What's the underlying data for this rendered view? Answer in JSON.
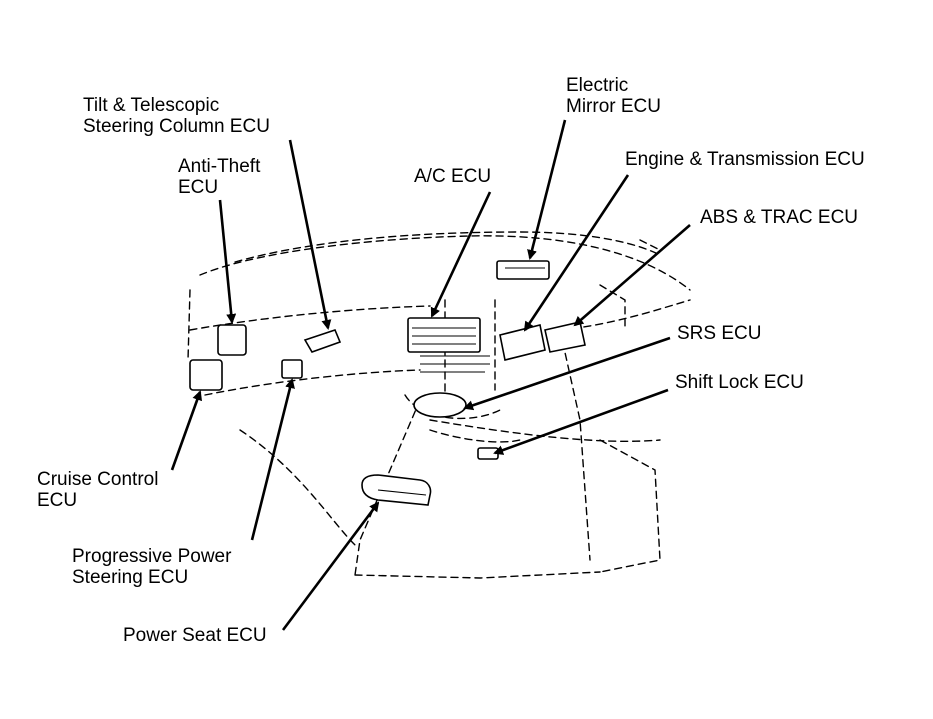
{
  "diagram": {
    "labels": {
      "tilt_telescopic": [
        "Tilt & Telescopic",
        "Steering Column ECU"
      ],
      "anti_theft": [
        "Anti-Theft",
        "ECU"
      ],
      "ac": [
        "A/C ECU"
      ],
      "electric_mirror": [
        "Electric",
        "Mirror ECU"
      ],
      "engine_transmission": [
        "Engine & Transmission ECU"
      ],
      "abs_trac": [
        "ABS & TRAC ECU"
      ],
      "srs": [
        "SRS ECU"
      ],
      "shift_lock": [
        "Shift Lock ECU"
      ],
      "cruise_control": [
        "Cruise Control",
        "ECU"
      ],
      "progressive_power_steering": [
        "Progressive Power",
        "Steering ECU"
      ],
      "power_seat": [
        "Power Seat ECU"
      ]
    }
  }
}
